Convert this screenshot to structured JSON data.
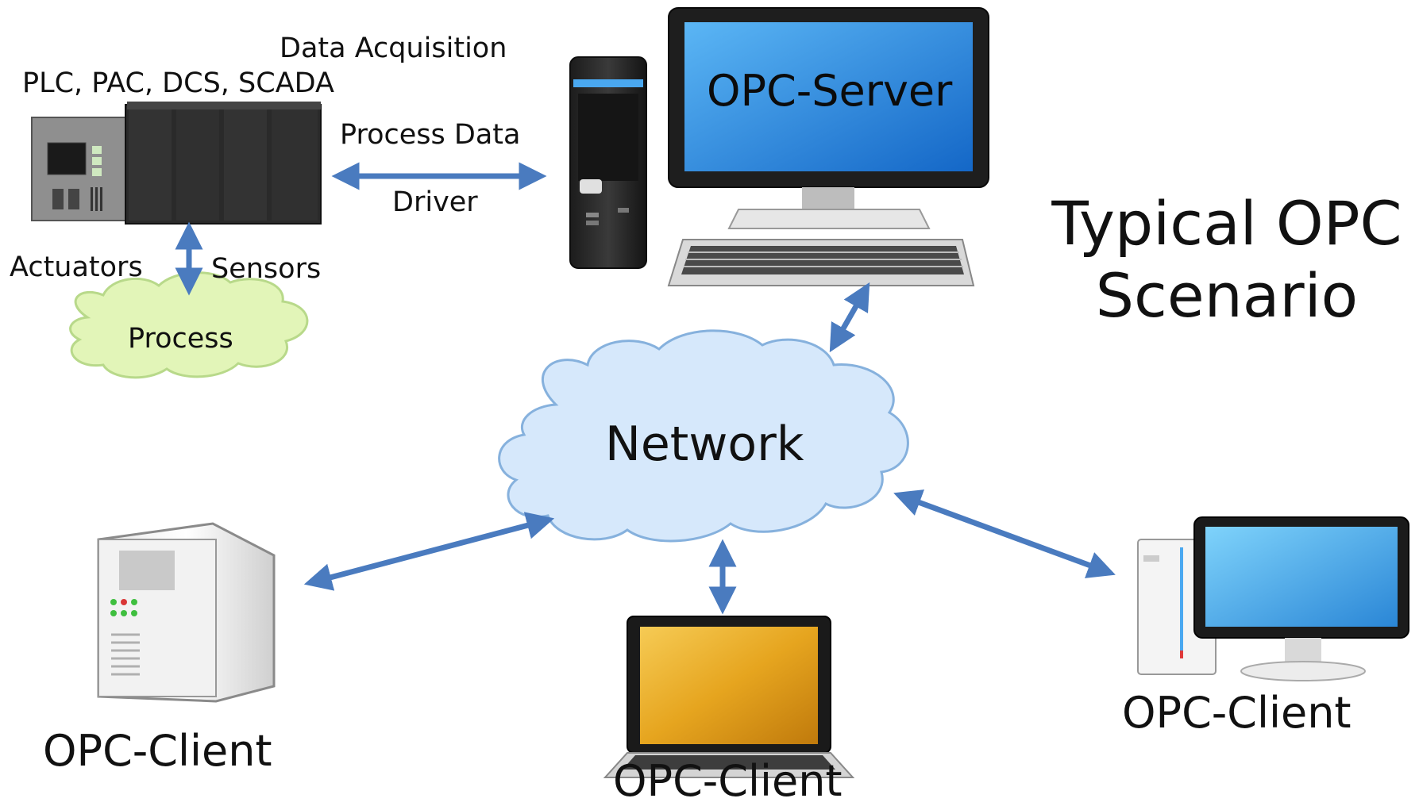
{
  "title": {
    "line1": "Typical OPC",
    "line2": "Scenario"
  },
  "plc": {
    "label": "PLC, PAC, DCS, SCADA"
  },
  "link_plc_server": {
    "top": "Data Acquisition",
    "mid": "Process Data",
    "bottom": "Driver"
  },
  "io": {
    "left": "Actuators",
    "right": "Sensors"
  },
  "process": {
    "label": "Process"
  },
  "server": {
    "label": "OPC-Server"
  },
  "network": {
    "label": "Network"
  },
  "clients": [
    {
      "label": "OPC-Client",
      "device": "tower-server-icon"
    },
    {
      "label": "OPC-Client",
      "device": "laptop-icon"
    },
    {
      "label": "OPC-Client",
      "device": "desktop-pc-icon"
    }
  ],
  "colors": {
    "arrow": "#4a7bbf",
    "screen": "#2f8fe0",
    "cloud_blue": "#d6e8fb",
    "cloud_green": "#e2f5b8",
    "laptop_screen": "#e0a21a"
  }
}
